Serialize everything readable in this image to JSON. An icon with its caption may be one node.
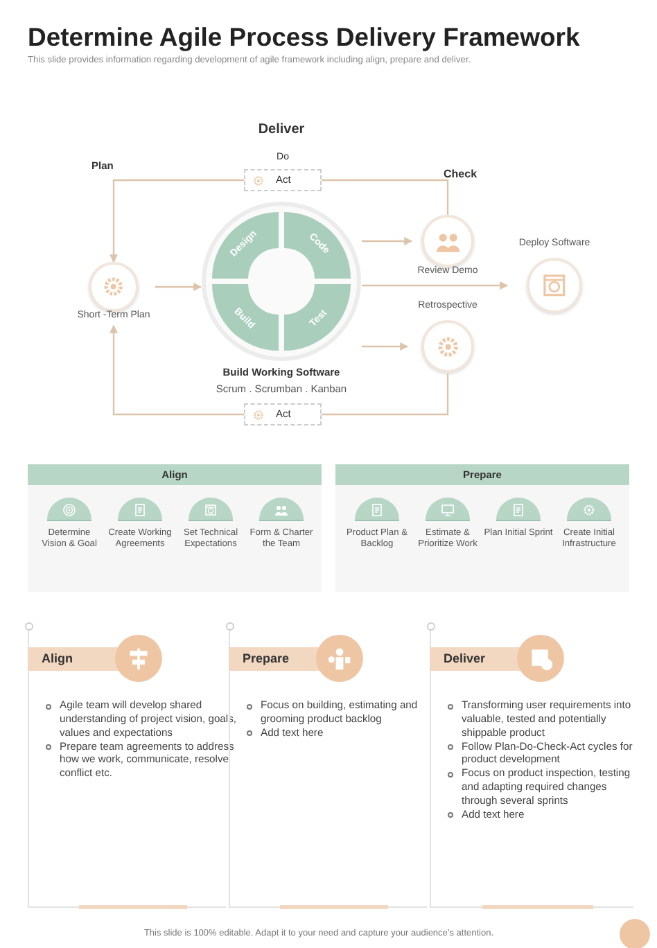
{
  "diagram": {
    "title": "Determine Agile Process Delivery Framework",
    "nodes": [
      {
        "text": [
          "Act"
        ],
        "beside": [
          "Do"
        ]
      },
      {
        "text": [],
        "shape": "circle",
        "beside": [
          "Short -Term Plan"
        ]
      },
      {
        "text": [],
        "shape": "circle",
        "beside": [
          "Build Working Software",
          "Scrum . Scrumban . Kanban"
        ]
      },
      {
        "text": [
          "Design"
        ],
        "in": 2
      },
      {
        "text": [
          "Code"
        ],
        "in": 2
      },
      {
        "text": [
          "Build"
        ],
        "in": 2
      },
      {
        "text": [
          "Test"
        ],
        "in": 2
      },
      {
        "text": [],
        "shape": "circle",
        "beside": [
          "Review Demo"
        ]
      },
      {
        "text": [],
        "shape": "circle",
        "beside": [
          "Deploy Software"
        ]
      },
      {
        "text": [],
        "shape": "circle",
        "beside": [
          "Retrospective"
        ]
      },
      {
        "text": [
          "Act"
        ]
      },
      {
        "text": [
          "Align"
        ]
      },
      {
        "text": [
          "Determine Vision & Goal"
        ],
        "in": 11
      },
      {
        "text": [
          "Create Working Agreements"
        ],
        "in": 11
      },
      {
        "text": [
          "Set Technical Expectations"
        ],
        "in": 11
      },
      {
        "text": [
          "Form & Charter the Team"
        ],
        "in": 11
      },
      {
        "text": [
          "Prepare"
        ]
      },
      {
        "text": [
          "Product Plan & Backlog"
        ],
        "in": 16
      },
      {
        "text": [
          "Estimate & Prioritize Work"
        ],
        "in": 16
      },
      {
        "text": [
          "Plan Initial Sprint"
        ],
        "in": 16
      },
      {
        "text": [
          "Create Initial Infrastructure"
        ],
        "in": 16
      },
      {
        "text": [
          "Align",
          "Agile team will develop shared understanding of project vision, goals, values and expectations",
          "Prepare team agreements to address how we work, communicate, resolve conflict etc."
        ]
      },
      {
        "text": [
          "Prepare",
          "Focus on building, estimating and grooming product backlog",
          "Add text here"
        ]
      },
      {
        "text": [
          "Deliver",
          "Transforming user requirements into valuable, tested and potentially shippable product",
          "Follow Plan-Do-Check-Act cycles for product development",
          "Focus on product inspection, testing and adapting required changes through several sprints",
          "Add text here"
        ]
      }
    ],
    "edges": [
      {
        "from": 1,
        "to": 2,
        "arrow": "to"
      },
      {
        "from": 2,
        "to": 7,
        "arrow": "to"
      },
      {
        "from": 2,
        "to": 8,
        "arrow": "to"
      },
      {
        "from": 2,
        "to": 9,
        "arrow": "to"
      },
      {
        "from": 7,
        "to": 0,
        "arrow": "none"
      },
      {
        "from": 0,
        "to": 1,
        "arrow": "to"
      },
      {
        "from": 9,
        "to": 10,
        "arrow": "none"
      },
      {
        "from": 10,
        "to": 1,
        "arrow": "to"
      }
    ],
    "labels": [
      "This slide provides information regarding development of agile framework including align, prepare and deliver.",
      "Deliver",
      "Plan",
      "Check",
      "This slide is 100% editable. Adapt it to your need and capture your audience’s attention."
    ]
  }
}
